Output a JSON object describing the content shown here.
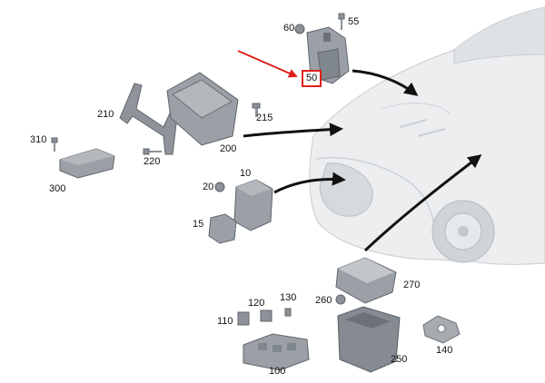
{
  "diagram": {
    "callouts": [
      {
        "id": "c60",
        "text": "60"
      },
      {
        "id": "c55",
        "text": "55"
      },
      {
        "id": "c50",
        "text": "50"
      },
      {
        "id": "c210",
        "text": "210"
      },
      {
        "id": "c215",
        "text": "215"
      },
      {
        "id": "c200",
        "text": "200"
      },
      {
        "id": "c310",
        "text": "310"
      },
      {
        "id": "c220",
        "text": "220"
      },
      {
        "id": "c300",
        "text": "300"
      },
      {
        "id": "c10",
        "text": "10"
      },
      {
        "id": "c20",
        "text": "20"
      },
      {
        "id": "c15",
        "text": "15"
      },
      {
        "id": "c270",
        "text": "270"
      },
      {
        "id": "c120",
        "text": "120"
      },
      {
        "id": "c130",
        "text": "130"
      },
      {
        "id": "c260",
        "text": "260"
      },
      {
        "id": "c110",
        "text": "110"
      },
      {
        "id": "c140",
        "text": "140"
      },
      {
        "id": "c250",
        "text": "250"
      },
      {
        "id": "c100",
        "text": "100"
      }
    ],
    "colors": {
      "highlight": "#e0201a",
      "arrow": "#111111",
      "part_fill": "#9aa0a6",
      "part_dark": "#5f656b",
      "car_fill": "#e9ecef",
      "car_line": "#c4c9ce"
    }
  }
}
